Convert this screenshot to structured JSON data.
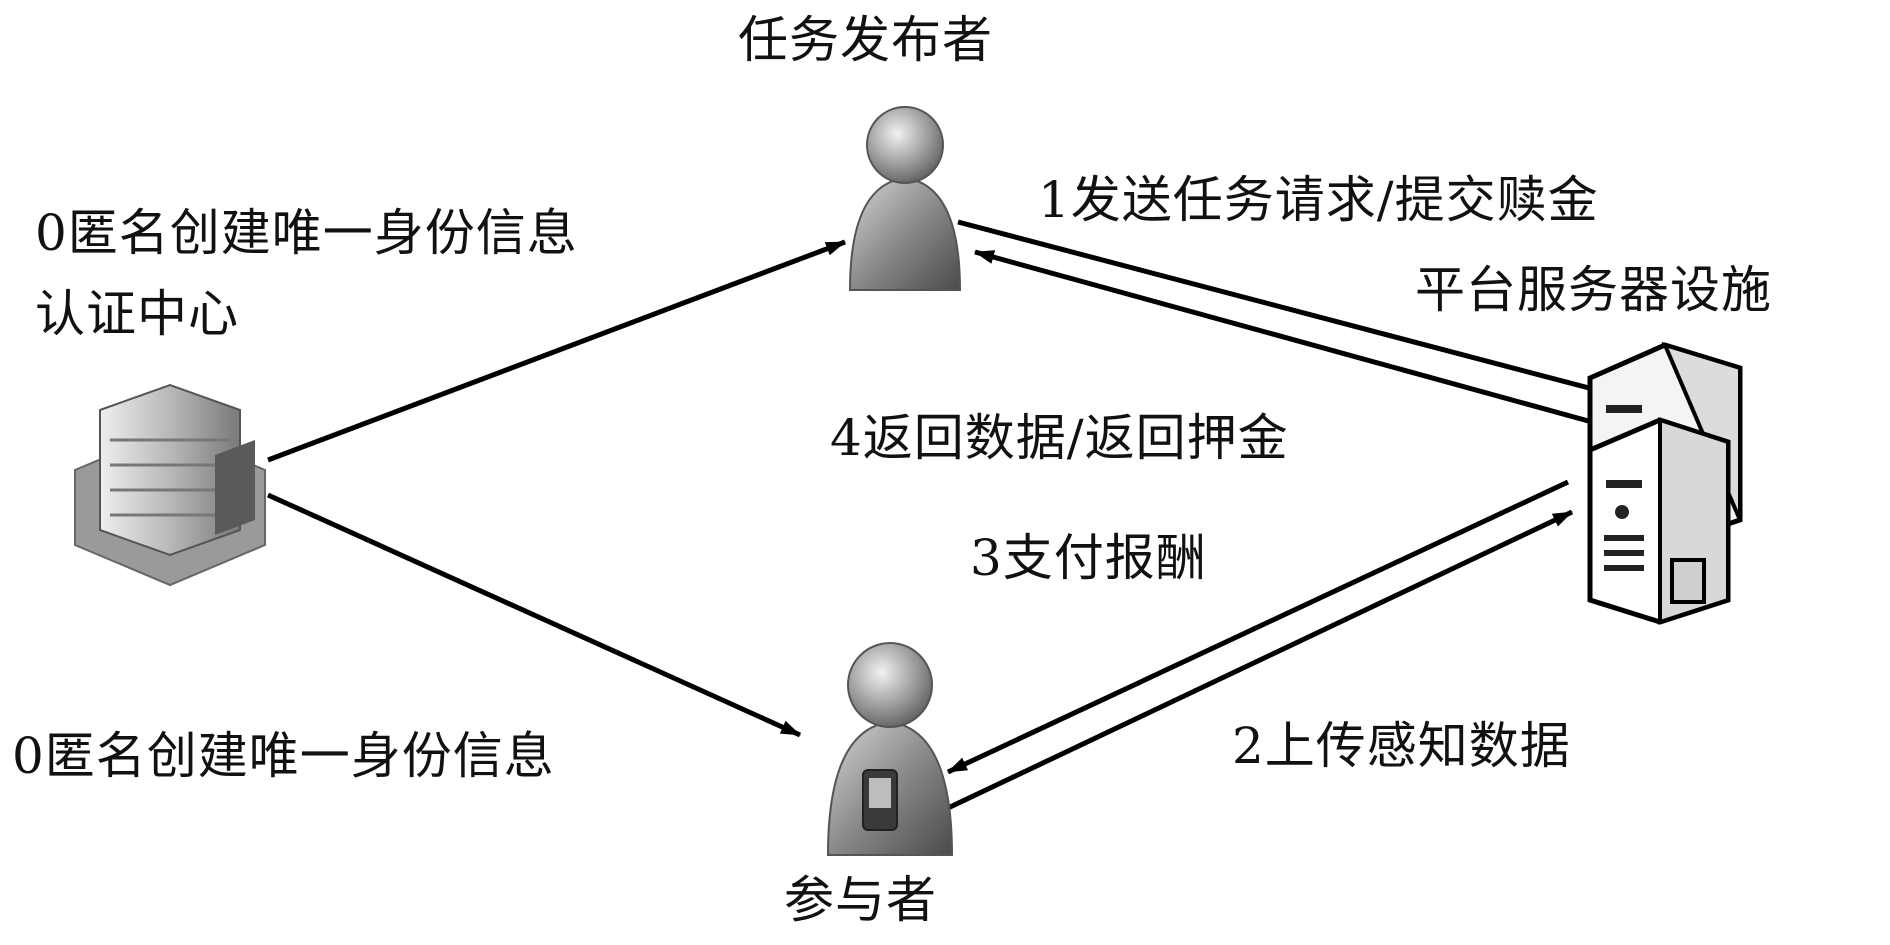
{
  "nodes": {
    "publisher": {
      "label": "任务发布者",
      "icon": "user-icon"
    },
    "participant": {
      "label": "参与者",
      "icon": "user-with-phone-icon"
    },
    "auth_center": {
      "label_line1": "0匿名创建唯一身份信息",
      "label_line2": "认证中心",
      "icon": "building-icon"
    },
    "server": {
      "label": "平台服务器设施",
      "icon": "server-icon"
    },
    "participant_identity": {
      "label": "0匿名创建唯一身份信息"
    }
  },
  "edges": {
    "step1": "1发送任务请求/提交赎金",
    "step2": "2上传感知数据",
    "step3": "3支付报酬",
    "step4": "4返回数据/返回押金"
  }
}
